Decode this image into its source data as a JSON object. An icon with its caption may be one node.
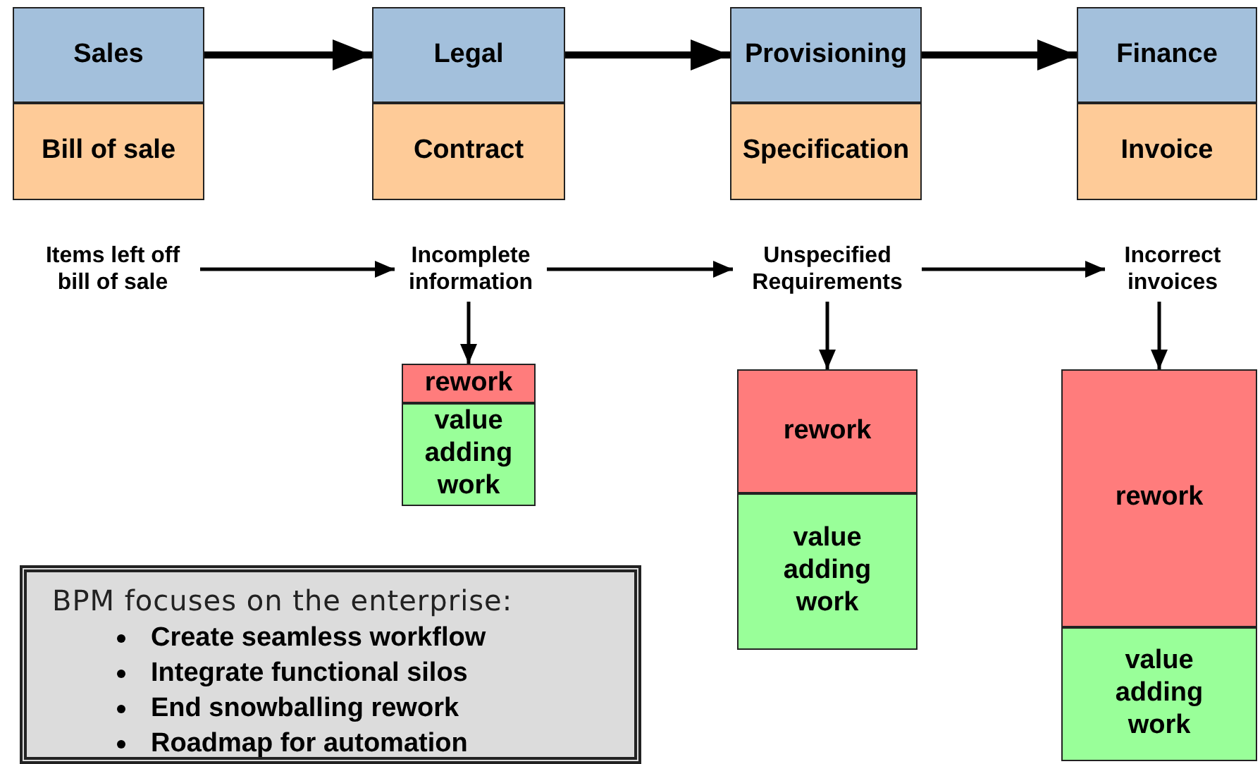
{
  "diagram": {
    "nodes": [
      {
        "text": [
          "Sales"
        ]
      },
      {
        "text": [
          "Bill of sale"
        ]
      },
      {
        "text": [
          "Legal"
        ]
      },
      {
        "text": [
          "Contract"
        ]
      },
      {
        "text": [
          "Provisioning"
        ]
      },
      {
        "text": [
          "Specification"
        ]
      },
      {
        "text": [
          "Finance"
        ]
      },
      {
        "text": [
          "Invoice"
        ]
      },
      {
        "text": [
          "Items left off bill of sale"
        ]
      },
      {
        "text": [
          "Incomplete information"
        ]
      },
      {
        "text": [
          "Unspecified Requirements"
        ]
      },
      {
        "text": [
          "Incorrect invoices"
        ]
      },
      {
        "text": [
          "rework"
        ]
      },
      {
        "text": [
          "value adding work"
        ]
      },
      {
        "text": [
          "rework"
        ]
      },
      {
        "text": [
          "value adding work"
        ]
      },
      {
        "text": [
          "rework"
        ]
      },
      {
        "text": [
          "value adding work"
        ]
      },
      {
        "text": [
          "BPM focuses on the enterprise:",
          "Create seamless workflow",
          "Integrate functional silos",
          "End snowballing rework",
          "Roadmap for automation"
        ]
      }
    ],
    "edges": [
      {
        "from": 0,
        "to": 2,
        "arrow": "to",
        "style": "thick"
      },
      {
        "from": 2,
        "to": 4,
        "arrow": "to",
        "style": "thick"
      },
      {
        "from": 4,
        "to": 6,
        "arrow": "to",
        "style": "thick"
      },
      {
        "from": 8,
        "to": 9,
        "arrow": "to"
      },
      {
        "from": 9,
        "to": 10,
        "arrow": "to"
      },
      {
        "from": 10,
        "to": 11,
        "arrow": "to"
      },
      {
        "from": 9,
        "to": 12,
        "arrow": "to"
      },
      {
        "from": 10,
        "to": 14,
        "arrow": "to"
      },
      {
        "from": 11,
        "to": 16,
        "arrow": "to"
      }
    ]
  }
}
